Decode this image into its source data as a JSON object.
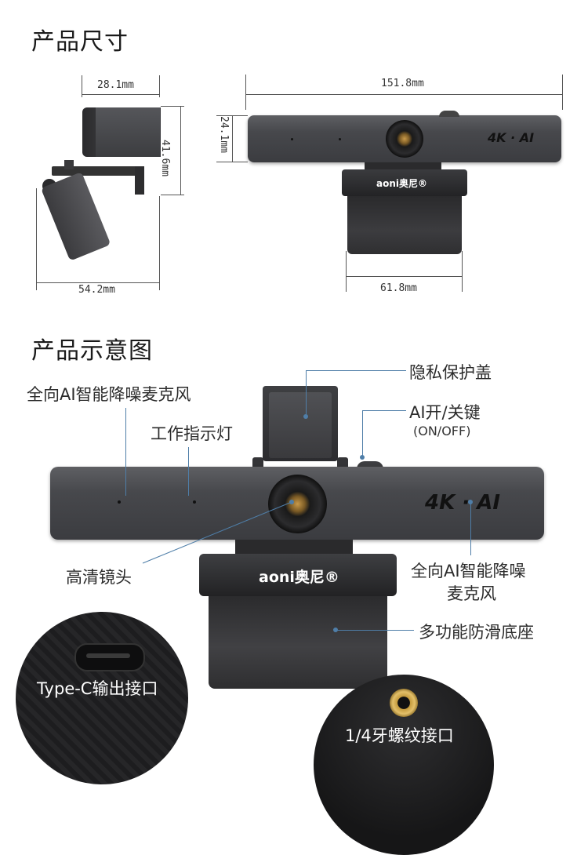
{
  "sections": {
    "size_title": "产品尺寸",
    "diagram_title": "产品示意图"
  },
  "dimensions": {
    "side_depth": "28.1mm",
    "side_height": "41.6mm",
    "side_base": "54.2mm",
    "front_width": "151.8mm",
    "front_height": "24.1mm",
    "front_base": "61.8mm"
  },
  "product": {
    "brand": "aoni奥尼®",
    "badge": "4K · AI"
  },
  "callouts": {
    "privacy_cover": "隐私保护盖",
    "mic_left": "全向AI智能降噪麦克风",
    "work_light": "工作指示灯",
    "ai_switch": "AI开/关键",
    "ai_switch_sub": "(ON/OFF)",
    "lens": "高清镜头",
    "mic_right_line1": "全向AI智能降噪",
    "mic_right_line2": "麦克风",
    "base": "多功能防滑底座",
    "typec": "Type-C输出接口",
    "thread": "1/4牙螺纹接口"
  }
}
